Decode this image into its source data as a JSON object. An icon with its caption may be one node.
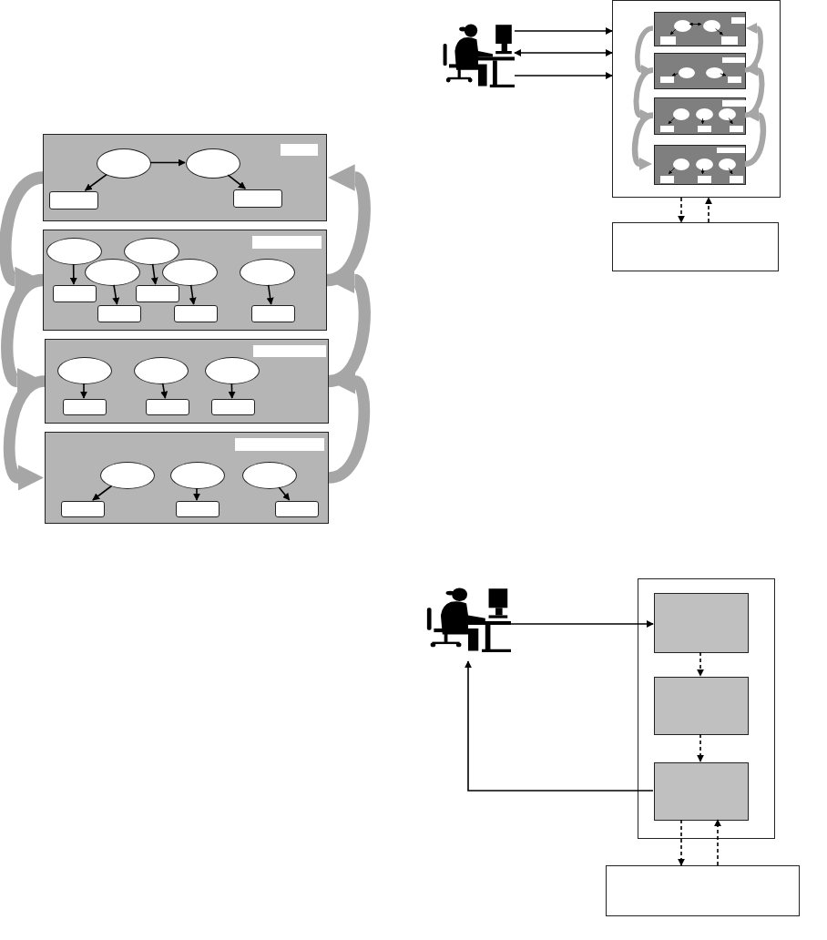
{
  "diagram": {
    "nodes": [
      {
        "text": [],
        "shape": "box"
      },
      {
        "text": [],
        "shape": "box",
        "in": 0
      },
      {
        "text": [],
        "shape": "ellipse",
        "in": 0
      },
      {
        "text": [],
        "shape": "ellipse",
        "in": 0
      },
      {
        "text": [],
        "shape": "box",
        "in": 0
      },
      {
        "text": [],
        "shape": "box",
        "in": 0
      },
      {
        "text": [],
        "shape": "box"
      },
      {
        "text": [],
        "shape": "box",
        "in": 6
      },
      {
        "text": [],
        "shape": "ellipse",
        "in": 6
      },
      {
        "text": [],
        "shape": "ellipse",
        "in": 6
      },
      {
        "text": [],
        "shape": "ellipse",
        "in": 6
      },
      {
        "text": [],
        "shape": "ellipse",
        "in": 6
      },
      {
        "text": [],
        "shape": "ellipse",
        "in": 6
      },
      {
        "text": [],
        "shape": "box",
        "in": 6
      },
      {
        "text": [],
        "shape": "box",
        "in": 6
      },
      {
        "text": [],
        "shape": "box",
        "in": 6
      },
      {
        "text": [],
        "shape": "box",
        "in": 6
      },
      {
        "text": [],
        "shape": "box",
        "in": 6
      },
      {
        "text": [],
        "shape": "box"
      },
      {
        "text": [],
        "shape": "box",
        "in": 18
      },
      {
        "text": [],
        "shape": "ellipse",
        "in": 18
      },
      {
        "text": [],
        "shape": "ellipse",
        "in": 18
      },
      {
        "text": [],
        "shape": "ellipse",
        "in": 18
      },
      {
        "text": [],
        "shape": "box",
        "in": 18
      },
      {
        "text": [],
        "shape": "box",
        "in": 18
      },
      {
        "text": [],
        "shape": "box",
        "in": 18
      },
      {
        "text": [],
        "shape": "box"
      },
      {
        "text": [],
        "shape": "box",
        "in": 26
      },
      {
        "text": [],
        "shape": "ellipse",
        "in": 26
      },
      {
        "text": [],
        "shape": "ellipse",
        "in": 26
      },
      {
        "text": [],
        "shape": "ellipse",
        "in": 26
      },
      {
        "text": [],
        "shape": "box",
        "in": 26
      },
      {
        "text": [],
        "shape": "box",
        "in": 26
      },
      {
        "text": [],
        "shape": "box",
        "in": 26
      },
      {
        "text": [],
        "shape": "person"
      },
      {
        "text": [],
        "shape": "box"
      },
      {
        "text": [],
        "shape": "box",
        "in": 35
      },
      {
        "text": [],
        "shape": "box",
        "in": 36
      },
      {
        "text": [],
        "shape": "ellipse",
        "in": 36
      },
      {
        "text": [],
        "shape": "ellipse",
        "in": 36
      },
      {
        "text": [],
        "shape": "box",
        "in": 36
      },
      {
        "text": [],
        "shape": "box",
        "in": 36
      },
      {
        "text": [],
        "shape": "box",
        "in": 35
      },
      {
        "text": [],
        "shape": "box",
        "in": 42
      },
      {
        "text": [],
        "shape": "ellipse",
        "in": 42
      },
      {
        "text": [],
        "shape": "ellipse",
        "in": 42
      },
      {
        "text": [],
        "shape": "box",
        "in": 42
      },
      {
        "text": [],
        "shape": "box",
        "in": 42
      },
      {
        "text": [],
        "shape": "box",
        "in": 35
      },
      {
        "text": [],
        "shape": "box",
        "in": 48
      },
      {
        "text": [],
        "shape": "ellipse",
        "in": 48
      },
      {
        "text": [],
        "shape": "ellipse",
        "in": 48
      },
      {
        "text": [],
        "shape": "ellipse",
        "in": 48
      },
      {
        "text": [],
        "shape": "box",
        "in": 48
      },
      {
        "text": [],
        "shape": "box",
        "in": 48
      },
      {
        "text": [],
        "shape": "box",
        "in": 48
      },
      {
        "text": [],
        "shape": "box",
        "in": 35
      },
      {
        "text": [],
        "shape": "box",
        "in": 56
      },
      {
        "text": [],
        "shape": "ellipse",
        "in": 56
      },
      {
        "text": [],
        "shape": "ellipse",
        "in": 56
      },
      {
        "text": [],
        "shape": "ellipse",
        "in": 56
      },
      {
        "text": [],
        "shape": "box",
        "in": 56
      },
      {
        "text": [],
        "shape": "box",
        "in": 56
      },
      {
        "text": [],
        "shape": "box",
        "in": 56
      },
      {
        "text": [],
        "shape": "box"
      },
      {
        "text": [],
        "shape": "person"
      },
      {
        "text": [],
        "shape": "box"
      },
      {
        "text": [],
        "shape": "box",
        "in": 66
      },
      {
        "text": [],
        "shape": "box",
        "in": 66
      },
      {
        "text": [],
        "shape": "box",
        "in": 66
      },
      {
        "text": [],
        "shape": "box"
      }
    ],
    "edges": [
      {
        "from": 2,
        "to": 3,
        "arrow": "to"
      },
      {
        "from": 2,
        "to": 4,
        "arrow": "to"
      },
      {
        "from": 3,
        "to": 5,
        "arrow": "to"
      },
      {
        "from": 8,
        "to": 13,
        "arrow": "to"
      },
      {
        "from": 10,
        "to": 15,
        "arrow": "to"
      },
      {
        "from": 9,
        "to": 14,
        "arrow": "to"
      },
      {
        "from": 11,
        "to": 16,
        "arrow": "to"
      },
      {
        "from": 12,
        "to": 17,
        "arrow": "to"
      },
      {
        "from": 20,
        "to": 23,
        "arrow": "to"
      },
      {
        "from": 21,
        "to": 24,
        "arrow": "to"
      },
      {
        "from": 22,
        "to": 25,
        "arrow": "to"
      },
      {
        "from": 28,
        "to": 31,
        "arrow": "to"
      },
      {
        "from": 29,
        "to": 32,
        "arrow": "to"
      },
      {
        "from": 30,
        "to": 33,
        "arrow": "to"
      },
      {
        "from": 0,
        "to": 6,
        "arrow": "to",
        "style": "thick",
        "color": "#a6a6a6"
      },
      {
        "from": 6,
        "to": 18,
        "arrow": "to",
        "style": "thick",
        "color": "#a6a6a6"
      },
      {
        "from": 18,
        "to": 26,
        "arrow": "to",
        "style": "thick",
        "color": "#a6a6a6"
      },
      {
        "from": 6,
        "to": 0,
        "arrow": "to",
        "style": "thick",
        "color": "#a6a6a6"
      },
      {
        "from": 18,
        "to": 6,
        "arrow": "to",
        "style": "thick",
        "color": "#a6a6a6"
      },
      {
        "from": 26,
        "to": 18,
        "arrow": "to",
        "style": "thick",
        "color": "#a6a6a6"
      },
      {
        "from": 34,
        "to": 35,
        "arrow": "to"
      },
      {
        "from": 34,
        "to": 35,
        "arrow": "both"
      },
      {
        "from": 34,
        "to": 35,
        "arrow": "to"
      },
      {
        "from": 38,
        "to": 39,
        "arrow": "both"
      },
      {
        "from": 38,
        "to": 40,
        "arrow": "to"
      },
      {
        "from": 39,
        "to": 41,
        "arrow": "to"
      },
      {
        "from": 44,
        "to": 46,
        "arrow": "to"
      },
      {
        "from": 45,
        "to": 47,
        "arrow": "to"
      },
      {
        "from": 50,
        "to": 53,
        "arrow": "to"
      },
      {
        "from": 51,
        "to": 54,
        "arrow": "to"
      },
      {
        "from": 52,
        "to": 55,
        "arrow": "to"
      },
      {
        "from": 58,
        "to": 61,
        "arrow": "to"
      },
      {
        "from": 59,
        "to": 62,
        "arrow": "to"
      },
      {
        "from": 60,
        "to": 63,
        "arrow": "to"
      },
      {
        "from": 36,
        "to": 42,
        "arrow": "to",
        "style": "thick",
        "color": "#a6a6a6"
      },
      {
        "from": 42,
        "to": 48,
        "arrow": "to",
        "style": "thick",
        "color": "#a6a6a6"
      },
      {
        "from": 48,
        "to": 56,
        "arrow": "to",
        "style": "thick",
        "color": "#a6a6a6"
      },
      {
        "from": 42,
        "to": 36,
        "arrow": "to",
        "style": "thick",
        "color": "#a6a6a6"
      },
      {
        "from": 48,
        "to": 42,
        "arrow": "to",
        "style": "thick",
        "color": "#a6a6a6"
      },
      {
        "from": 56,
        "to": 48,
        "arrow": "to",
        "style": "thick",
        "color": "#a6a6a6"
      },
      {
        "from": 35,
        "to": 64,
        "arrow": "to",
        "style": "dashed"
      },
      {
        "from": 64,
        "to": 35,
        "arrow": "to",
        "style": "dashed"
      },
      {
        "from": 65,
        "to": 67,
        "arrow": "to"
      },
      {
        "from": 67,
        "to": 68,
        "arrow": "to",
        "style": "dashed"
      },
      {
        "from": 68,
        "to": 69,
        "arrow": "to",
        "style": "dashed"
      },
      {
        "from": 69,
        "to": 65,
        "arrow": "to"
      },
      {
        "from": 69,
        "to": 70,
        "arrow": "to",
        "style": "dashed"
      },
      {
        "from": 70,
        "to": 69,
        "arrow": "to",
        "style": "dashed"
      }
    ]
  }
}
